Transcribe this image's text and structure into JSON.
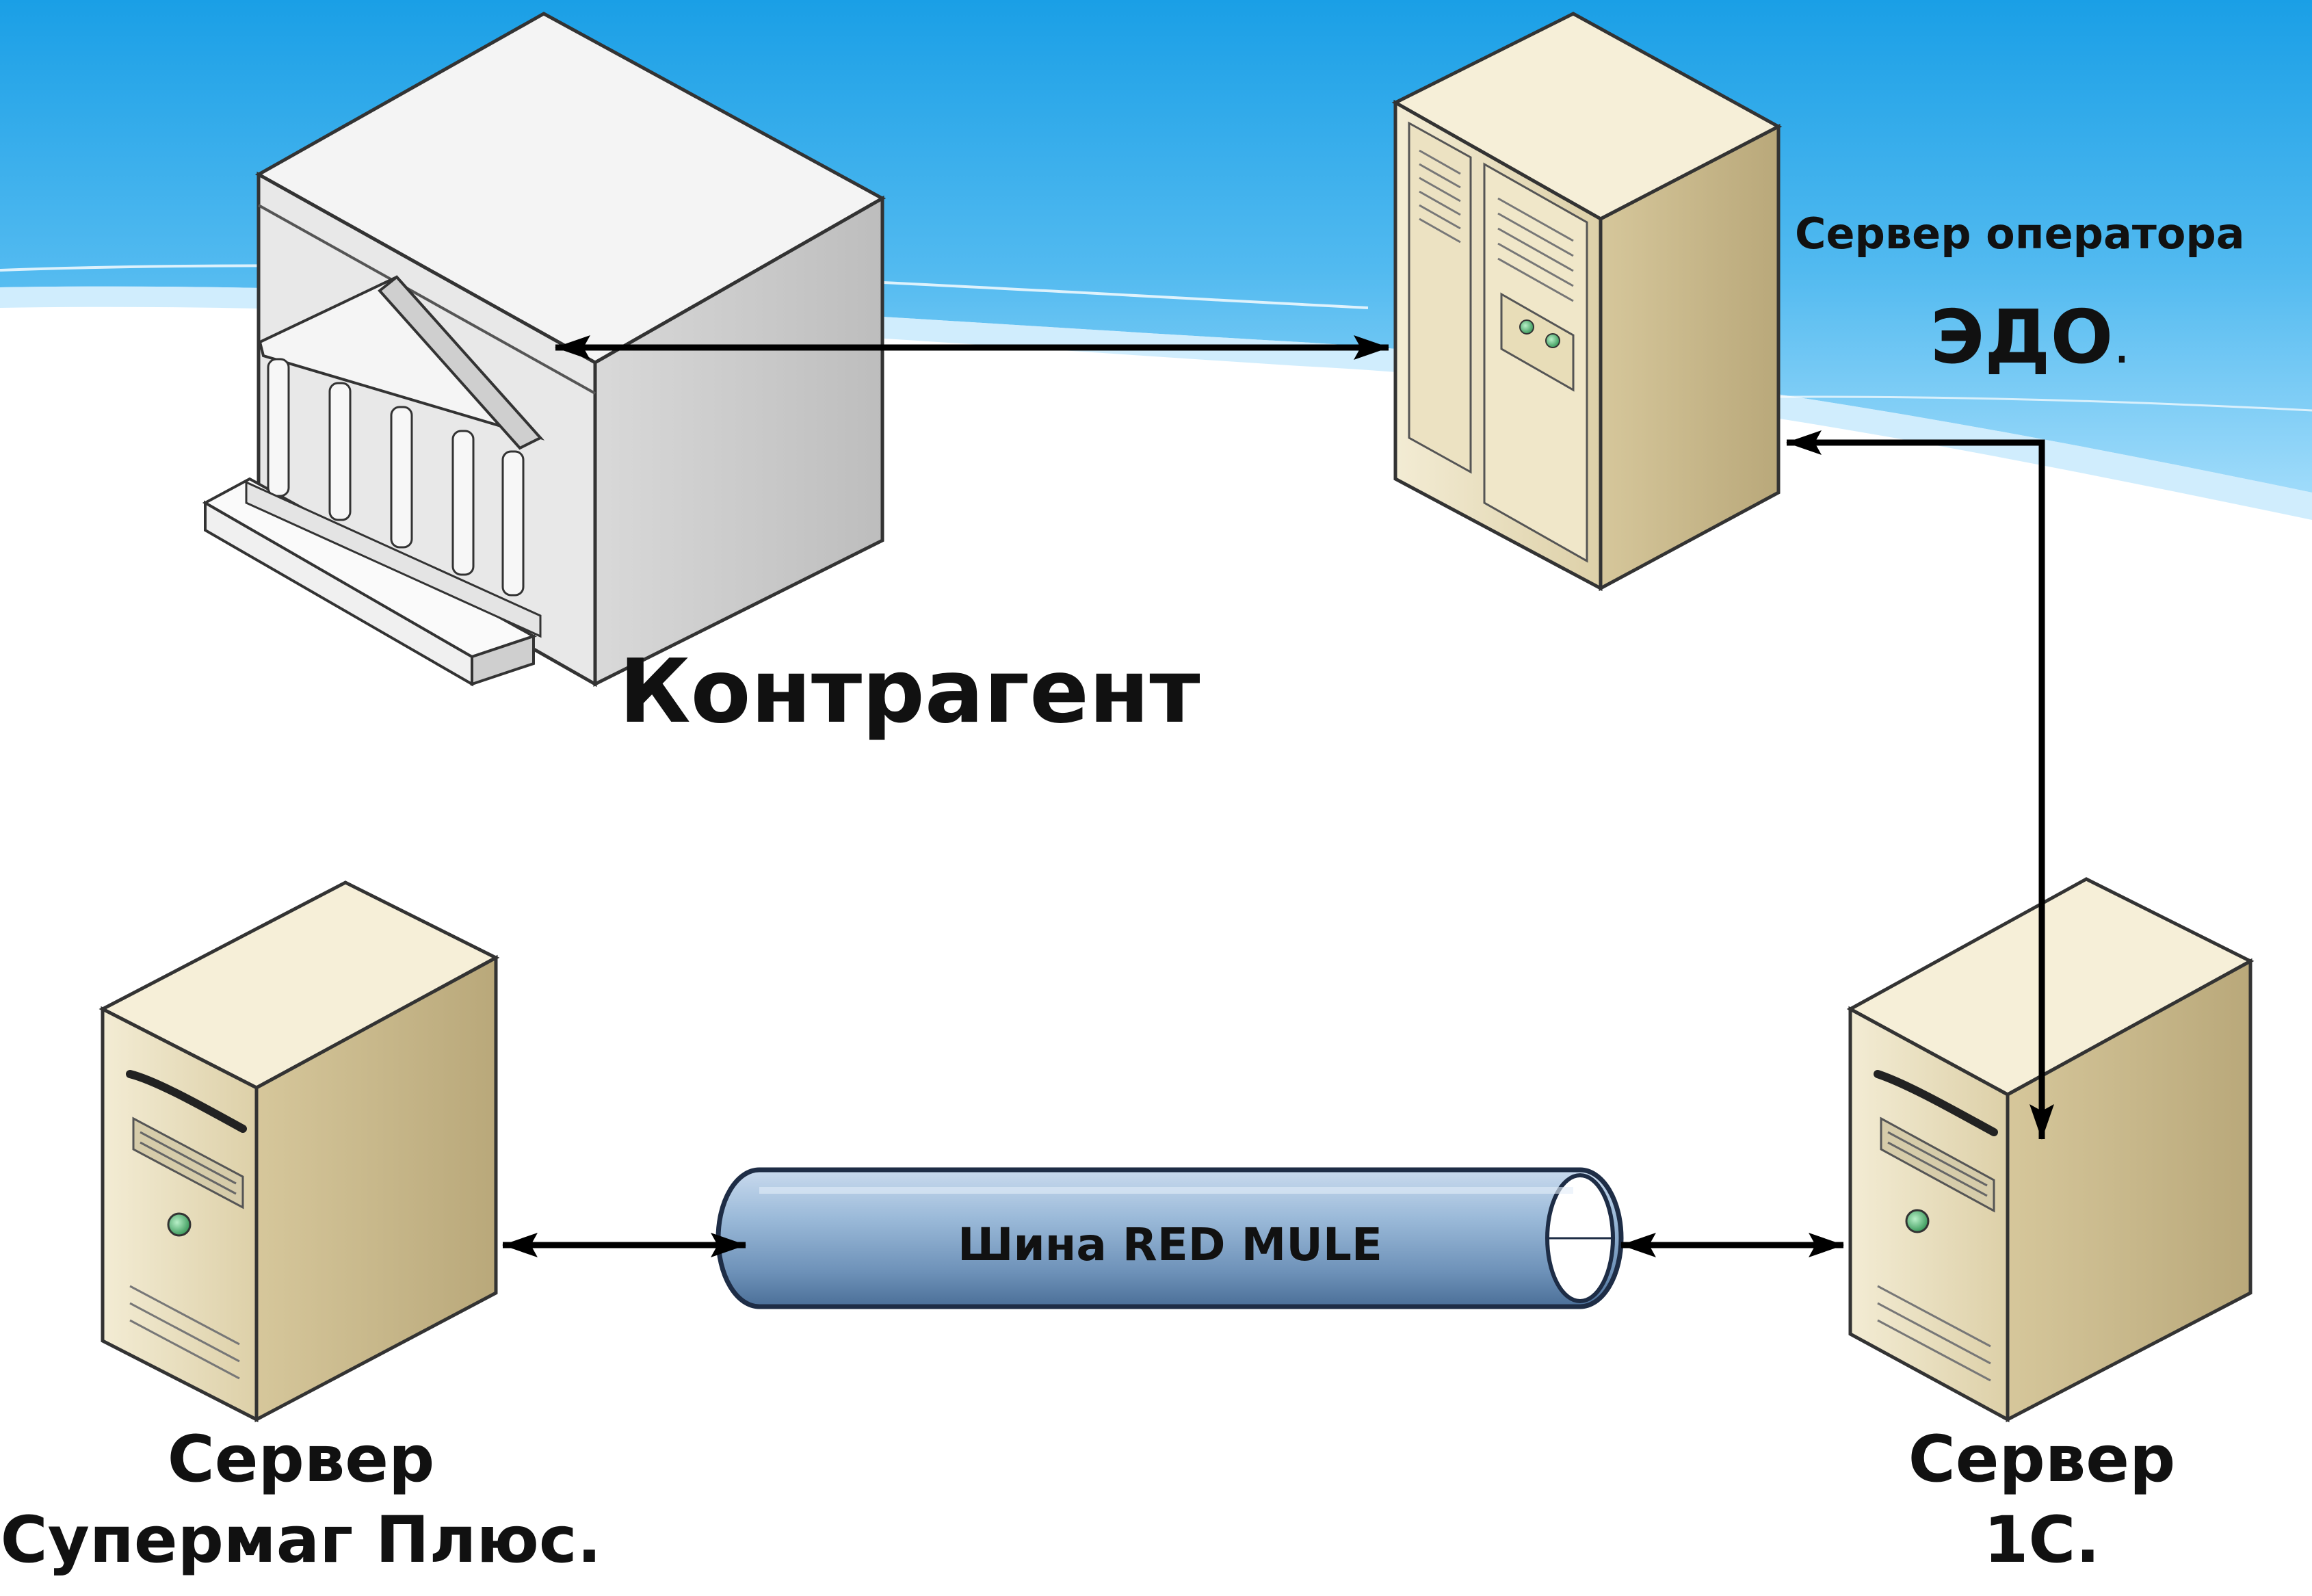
{
  "nodes": {
    "counterparty": {
      "label": "Контрагент",
      "icon": "government-building-icon"
    },
    "edo_server": {
      "label_line1": "Сервер оператора",
      "label_line2": "ЭДО",
      "label_line2_suffix": ".",
      "icon": "rack-server-icon"
    },
    "supermag_server": {
      "label_line1": "Сервер",
      "label_line2": "Супермаг Плюс.",
      "icon": "tower-server-icon"
    },
    "server_1c": {
      "label_line1": "Сервер",
      "label_line2": "1С.",
      "icon": "tower-server-icon"
    },
    "bus": {
      "label": "Шина RED MULE",
      "icon": "pipe-bus-icon"
    }
  },
  "connections": [
    {
      "from": "counterparty",
      "to": "edo_server",
      "type": "bidirectional"
    },
    {
      "from": "edo_server",
      "to": "server_1c",
      "type": "bidirectional"
    },
    {
      "from": "supermag_server",
      "to": "bus",
      "type": "bidirectional"
    },
    {
      "from": "bus",
      "to": "server_1c",
      "type": "bidirectional"
    }
  ],
  "colors": {
    "background_top": "#1a9fe6",
    "background_mid": "#8fd4f8",
    "server_body": "#e6dcbc",
    "server_shade": "#b8aa84",
    "building": "#e0e0e0",
    "bus_fill": "#8fb0d0",
    "bus_stroke": "#1e2d46",
    "arrow": "#000000"
  }
}
